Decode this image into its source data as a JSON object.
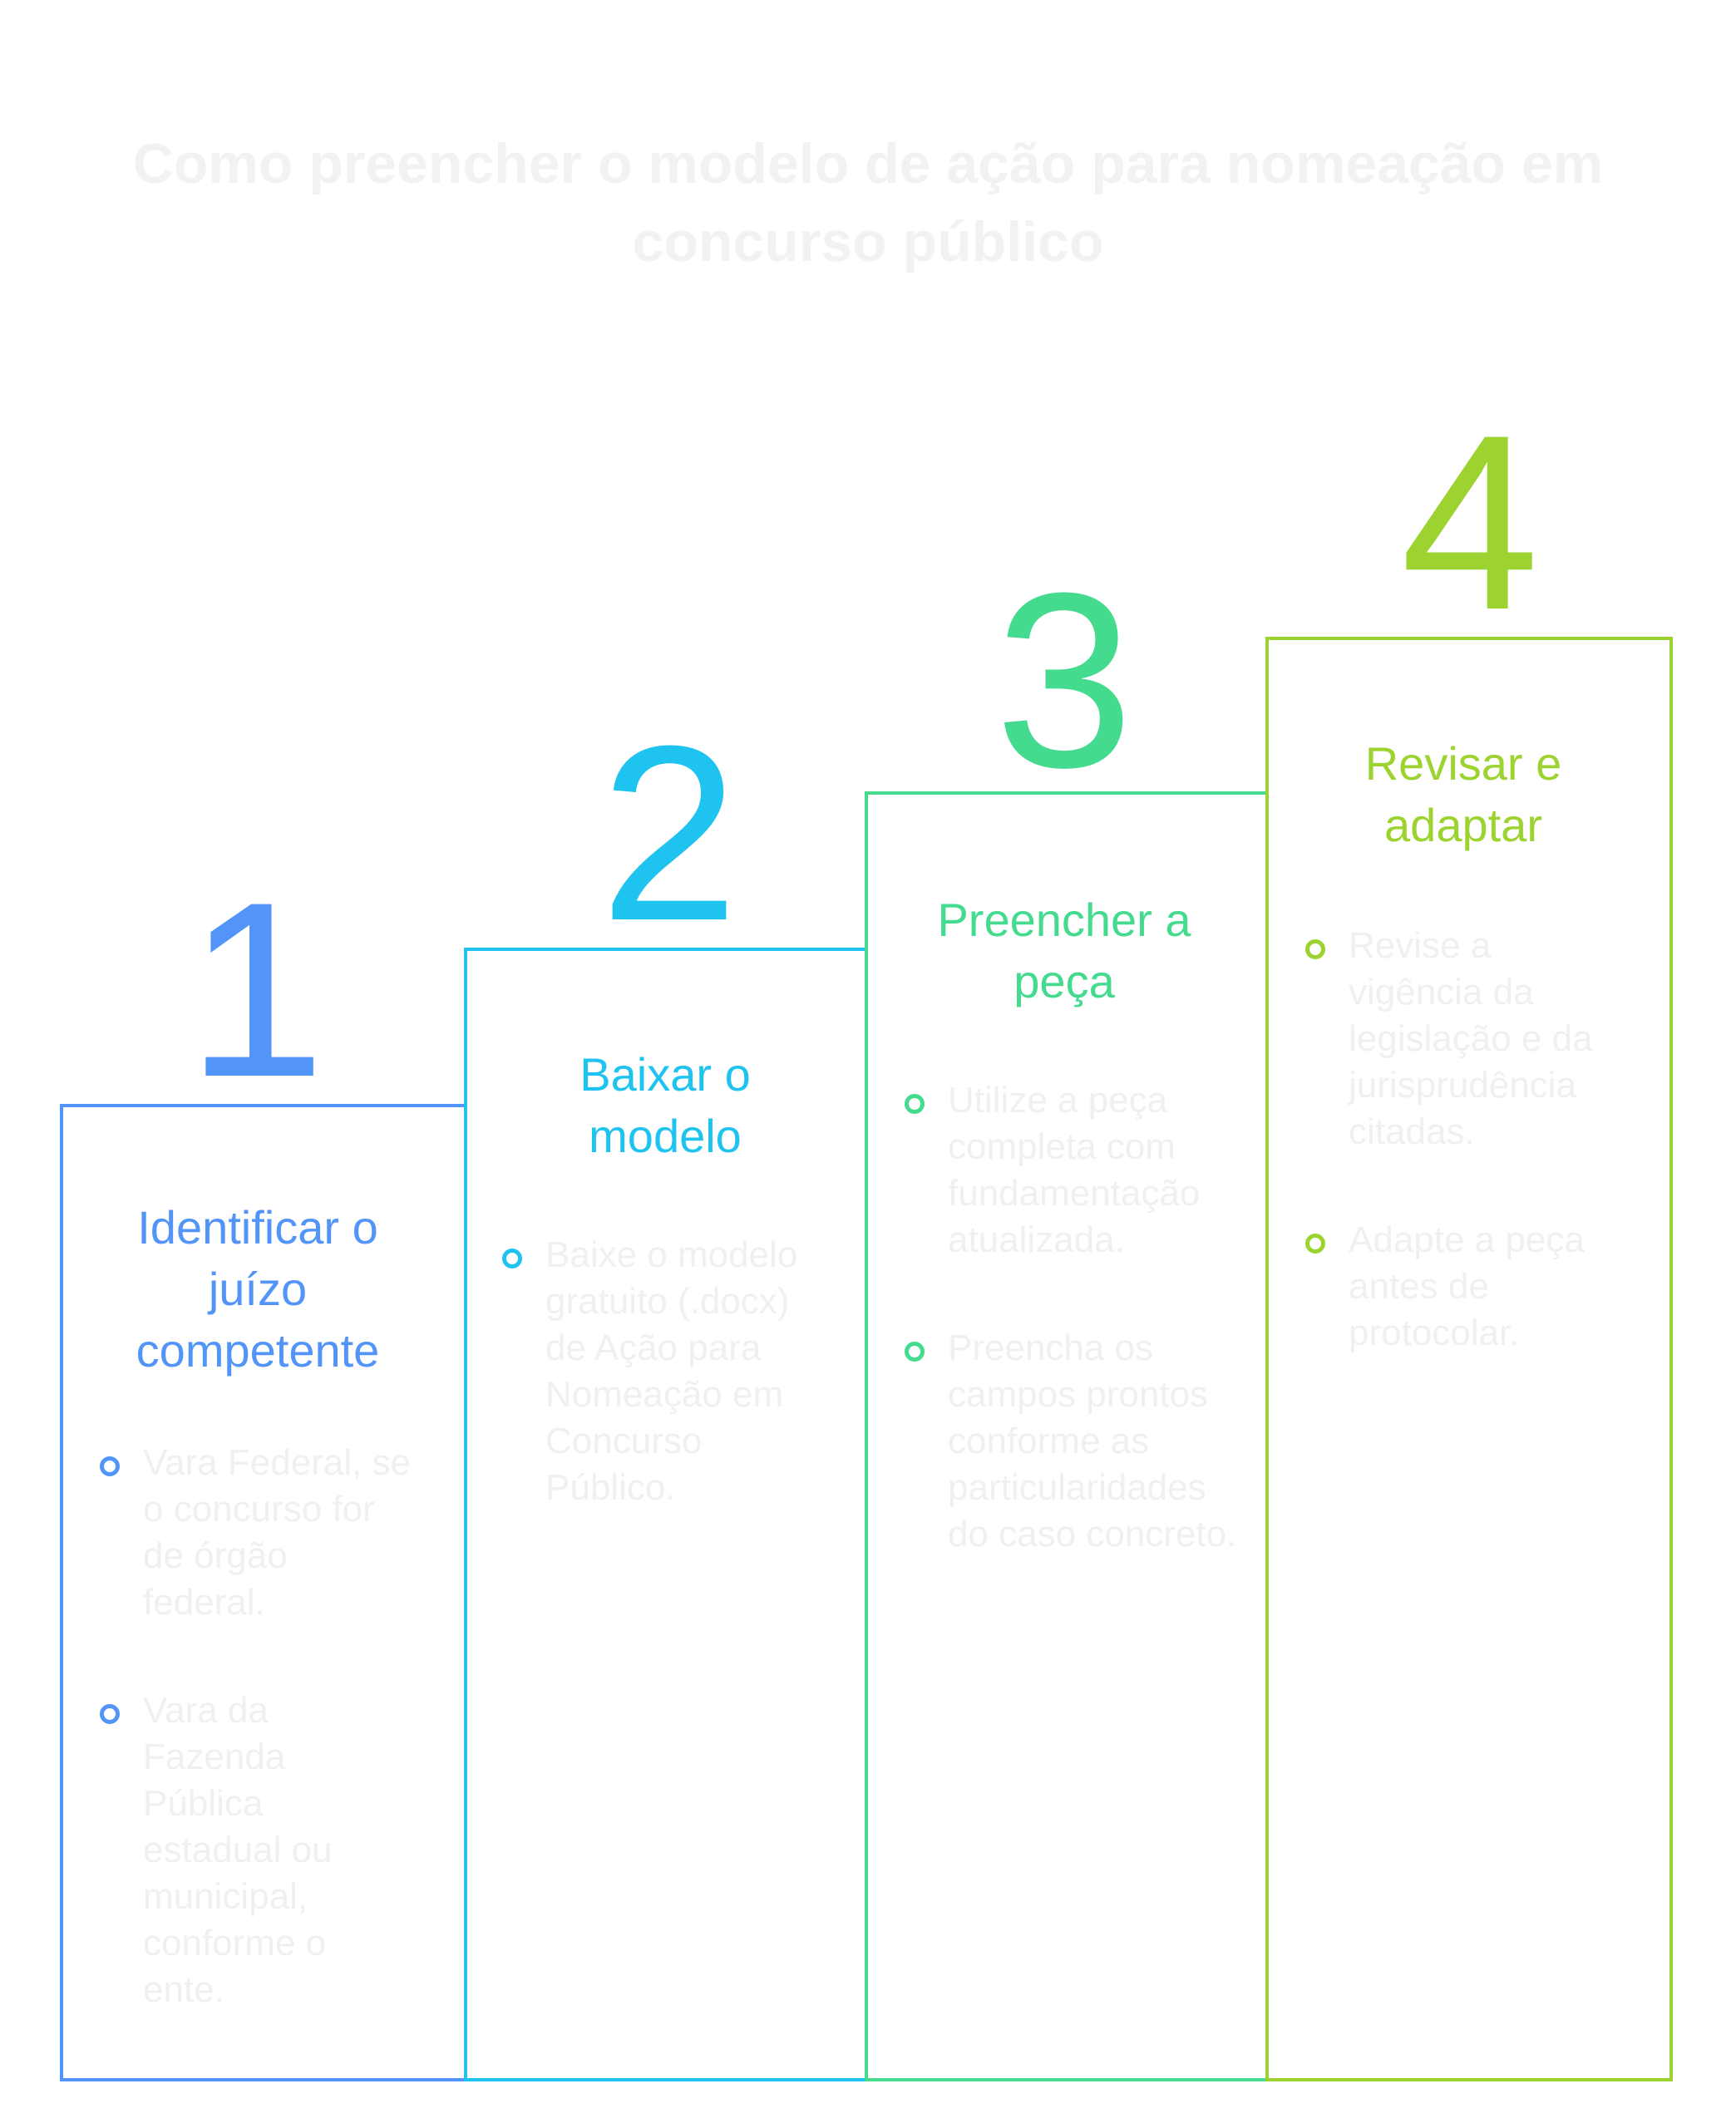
{
  "title": "Como preencher o modelo de ação para nomeação em concurso público",
  "colors": {
    "step1": "#5294f7",
    "step2": "#1fc3ef",
    "step3": "#44db8f",
    "step4": "#9dd331",
    "muted_text": "#f0f0f0"
  },
  "steps": [
    {
      "number": "1",
      "title": "Identificar o juízo competente",
      "items": [
        "Vara Federal, se o concurso for de órgão federal.",
        "Vara da Fazenda Pública estadual ou municipal, conforme o ente."
      ]
    },
    {
      "number": "2",
      "title": "Baixar o modelo",
      "items": [
        "Baixe o modelo gratuito (.docx) de Ação para Nomeação em Concurso Público."
      ]
    },
    {
      "number": "3",
      "title": "Preencher a peça",
      "items": [
        "Utilize a peça completa com fundamentação atualizada.",
        "Preencha os campos prontos conforme as particularidades do caso concreto."
      ]
    },
    {
      "number": "4",
      "title": "Revisar e adaptar",
      "items": [
        "Revise a vigência da legislação e da jurisprudência citadas.",
        "Adapte a peça antes de protocolar."
      ]
    }
  ]
}
